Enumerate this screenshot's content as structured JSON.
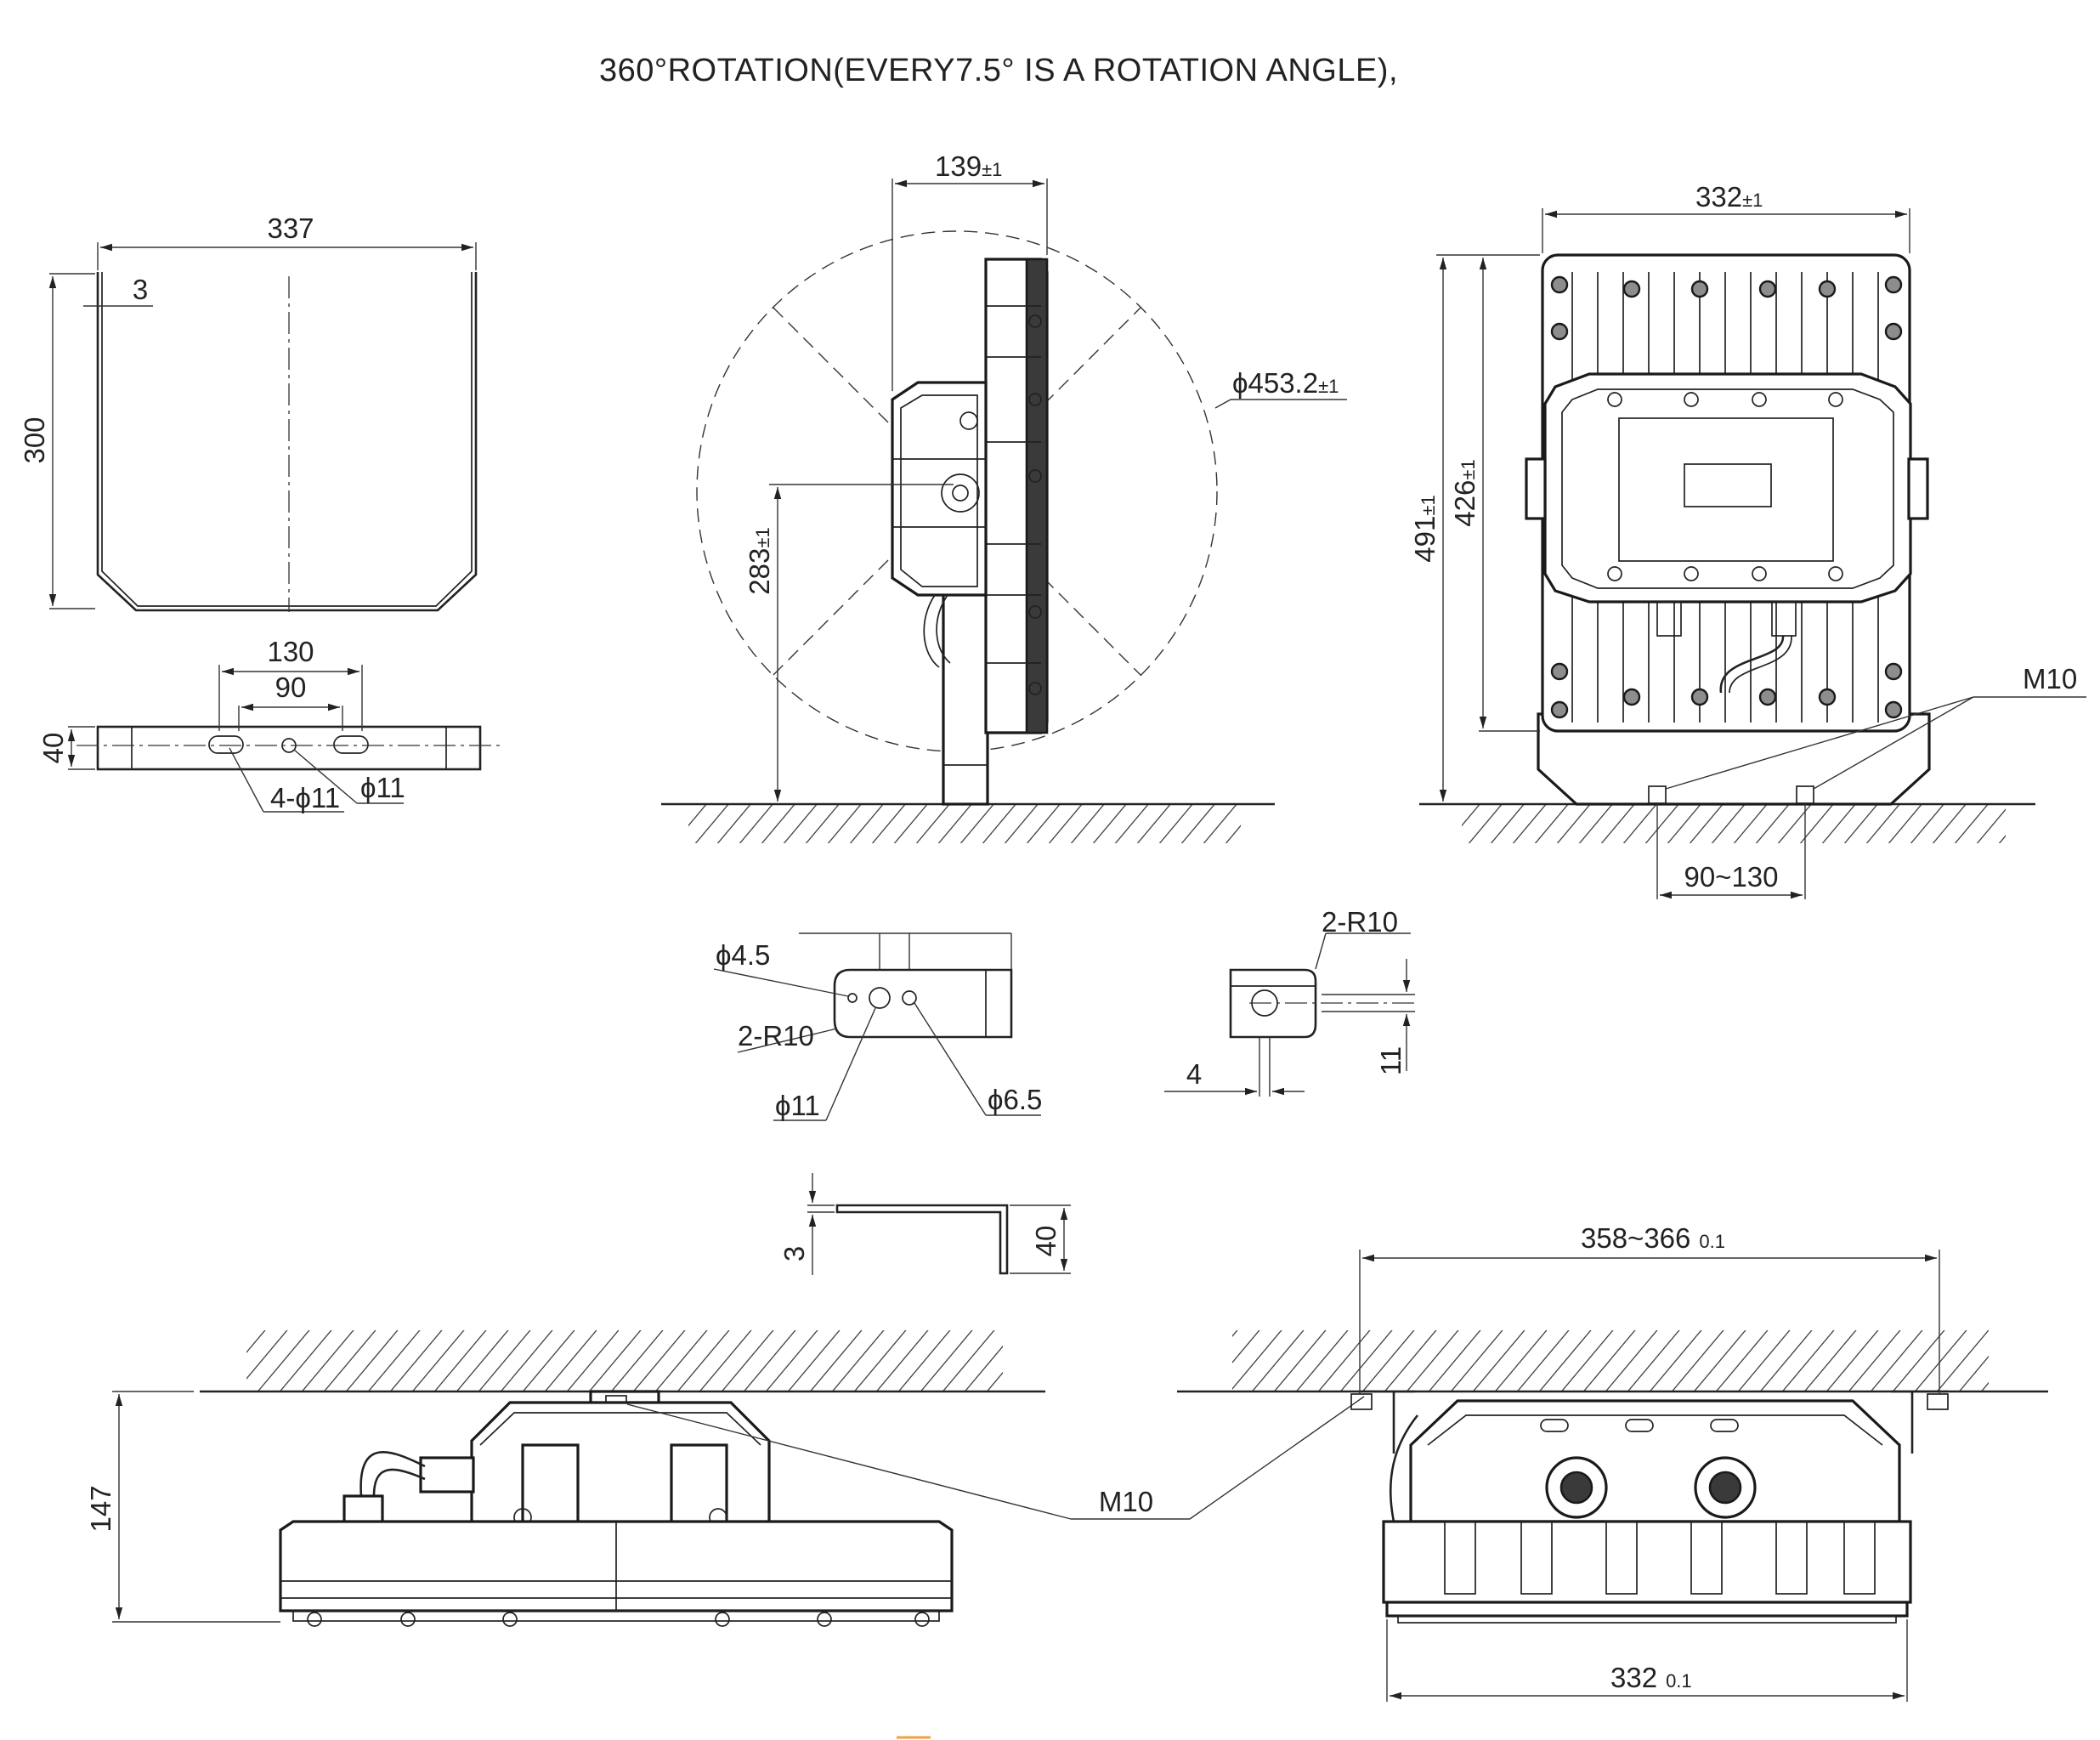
{
  "title": "360°ROTATION(EVERY7.5°  IS  A  ROTATION  ANGLE),",
  "bracket_top_view": {
    "width": "337",
    "height": "300",
    "thickness": "3"
  },
  "bracket_bottom_view": {
    "spacing_outer": "130",
    "spacing_inner": "90",
    "height": "40",
    "holes_label": "4-ϕ11",
    "center_hole": "ϕ11"
  },
  "side_view": {
    "depth": "139",
    "depth_tol": "±1",
    "diameter": "ϕ453.2",
    "diameter_tol": "±1",
    "height": "283",
    "height_tol": "±1"
  },
  "front_view": {
    "width": "332",
    "width_tol": "±1",
    "height_total": "491",
    "height_total_tol": "±1",
    "height_body": "426",
    "height_body_tol": "±1",
    "bolt": "M10",
    "spacing": "90~130"
  },
  "clip_front": {
    "small_hole": "ϕ4.5",
    "radius": "2-R10",
    "center_hole": "ϕ11",
    "side_hole": "ϕ6.5"
  },
  "clip_side": {
    "thickness": "4",
    "height": "11",
    "cut_label": "2-R10"
  },
  "clip_bottom": {
    "thickness": "3",
    "height": "40"
  },
  "ceiling_side": {
    "height": "147",
    "bolt": "M10"
  },
  "ceiling_front": {
    "span": "358~366",
    "span_tol": "0.1",
    "width": "332",
    "width_tol": "0.1"
  }
}
